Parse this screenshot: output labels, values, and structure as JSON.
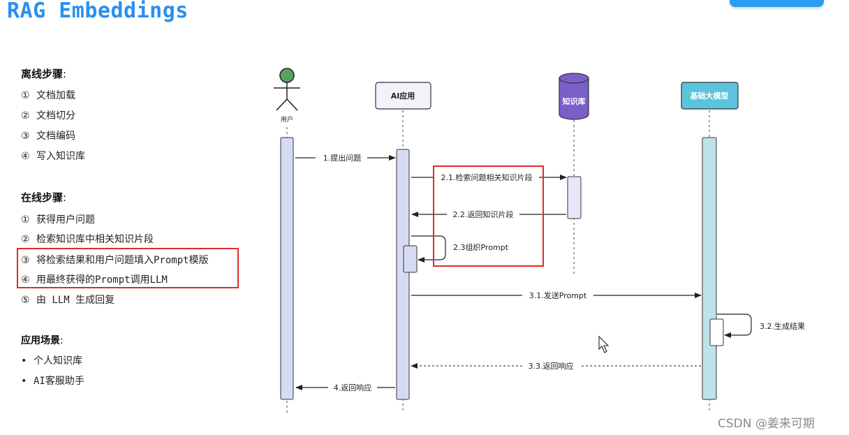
{
  "title": "RAG Embeddings",
  "offline": {
    "heading": "离线步骤",
    "colon": ":",
    "steps": [
      {
        "num": "①",
        "text": "文档加载"
      },
      {
        "num": "②",
        "text": "文档切分"
      },
      {
        "num": "③",
        "text": "文档编码"
      },
      {
        "num": "④",
        "text": "写入知识库"
      }
    ]
  },
  "online": {
    "heading": "在线步骤",
    "colon": ":",
    "steps": [
      {
        "num": "①",
        "text": "获得用户问题"
      },
      {
        "num": "②",
        "text": "检索知识库中相关知识片段"
      },
      {
        "num": "③",
        "text": "将检索结果和用户问题填入Prompt模版"
      },
      {
        "num": "④",
        "text": "用最终获得的Prompt调用LLM"
      },
      {
        "num": "⑤",
        "text": "由 LLM 生成回复"
      }
    ]
  },
  "scenarios": {
    "heading": "应用场景",
    "colon": ":",
    "items": [
      {
        "bullet": "•",
        "text": "个人知识库"
      },
      {
        "bullet": "•",
        "text": "AI客服助手"
      }
    ]
  },
  "diagram": {
    "participants": {
      "user": "用户",
      "app": "AI应用",
      "kb": "知识库",
      "llm": "基础大模型"
    },
    "messages": {
      "m1": "1.提出问题",
      "m21": "2.1.检索问题相关知识片段",
      "m22": "2.2.返回知识片段",
      "m23": "2.3组织Prompt",
      "m31": "3.1.发送Prompt",
      "m32": "3.2.生成结果",
      "m33": "3.3.返回响应",
      "m4": "4.返回响应"
    },
    "colors": {
      "user_head": "#5aa35a",
      "app_box_fill": "#f2f3fa",
      "kb_fill": "#7b5fc9",
      "llm_fill": "#5bc3dc",
      "app_activation": "#d7dbf2",
      "kb_activation": "#e9e4f8",
      "llm_activation": "#bde3ea",
      "highlight": "#e02b2b"
    }
  },
  "watermark": "CSDN @姜来可期"
}
